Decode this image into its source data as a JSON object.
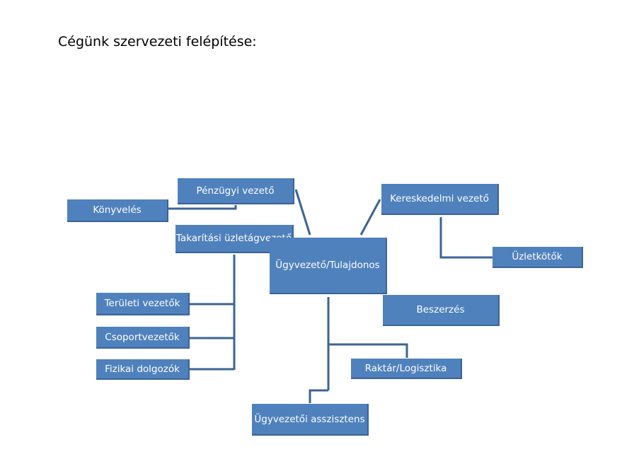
{
  "title": "Cégünk szervezeti felépítése:",
  "nodes": {
    "ceo": "Ügyvezető/Tulajdonos",
    "finance": "Pénzügyi vezető",
    "bookkeeping": "Könyvelés",
    "cleaning": "Takarítási üzletágvezető",
    "regional": "Területi vezetők",
    "group": "Csoportvezetők",
    "workers": "Fizikai dolgozók",
    "commercial": "Kereskedelmi vezető",
    "dealers": "Üzletkötők",
    "procurement": "Beszerzés",
    "warehouse": "Raktár/Logisztika",
    "assistant": "Ügyvezetői asszisztens"
  },
  "colors": {
    "box_fill": "#4f81bd",
    "connector": "#3b6494",
    "text": "#ffffff"
  }
}
